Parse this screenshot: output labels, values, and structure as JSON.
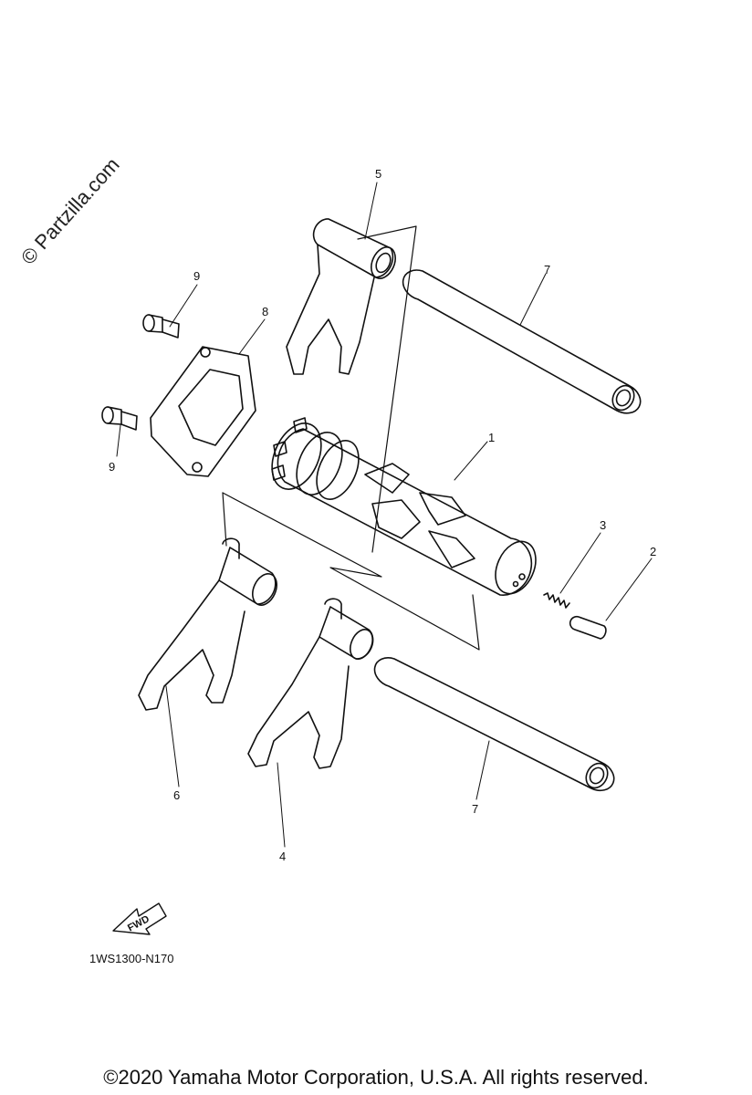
{
  "watermark": "© Partzilla.com",
  "callouts": {
    "c1": "1",
    "c2": "2",
    "c3": "3",
    "c4": "4",
    "c5": "5",
    "c6": "6",
    "c7a": "7",
    "c7b": "7",
    "c8": "8",
    "c9a": "9",
    "c9b": "9"
  },
  "fwd_badge": "FWD",
  "diagram_code": "1WS1300-N170",
  "copyright": "©2020 Yamaha Motor Corporation, U.S.A. All rights reserved."
}
